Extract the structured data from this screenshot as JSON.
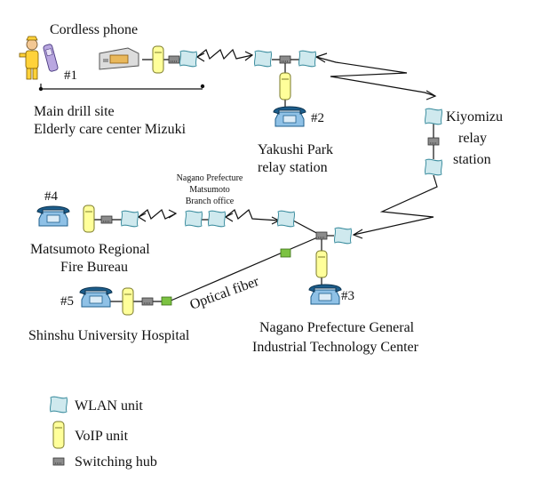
{
  "colors": {
    "wlan_fill": "#cfe9ee",
    "wlan_stroke": "#3f8fa0",
    "voip_fill": "#ffff9a",
    "voip_stroke": "#7a7a2a",
    "hub_fill": "#8c8c8c",
    "fiber_node_fill": "#7cc242",
    "phone_fill": "#8fc1e6",
    "line": "#111111"
  },
  "labels": {
    "cordless_phone": "Cordless phone",
    "site1_num": "#1",
    "site1_line1": "Main drill site",
    "site1_line2": "Elderly care center Mizuki",
    "site2_num": "#2",
    "site2_line1": "Yakushi Park",
    "site2_line2": "relay station",
    "kiyomizu_line1": "Kiyomizu",
    "kiyomizu_line2": "relay",
    "kiyomizu_line3": "station",
    "branch_line1": "Nagano Prefecture",
    "branch_line2": "Matsumoto",
    "branch_line3": "Branch office",
    "site4_num": "#4",
    "site4_line1": "Matsumoto Regional",
    "site4_line2": "Fire Bureau",
    "site5_num": "#5",
    "site5_line1": "Shinshu University Hospital",
    "optical_fiber": "Optical fiber",
    "site3_num": "#3",
    "site3_line1": "Nagano Prefecture General",
    "site3_line2": "Industrial Technology Center"
  },
  "legend": [
    {
      "icon": "wlan-unit-icon",
      "label": "WLAN unit"
    },
    {
      "icon": "voip-unit-icon",
      "label": "VoIP unit"
    },
    {
      "icon": "switching-hub-icon",
      "label": "Switching hub"
    }
  ]
}
